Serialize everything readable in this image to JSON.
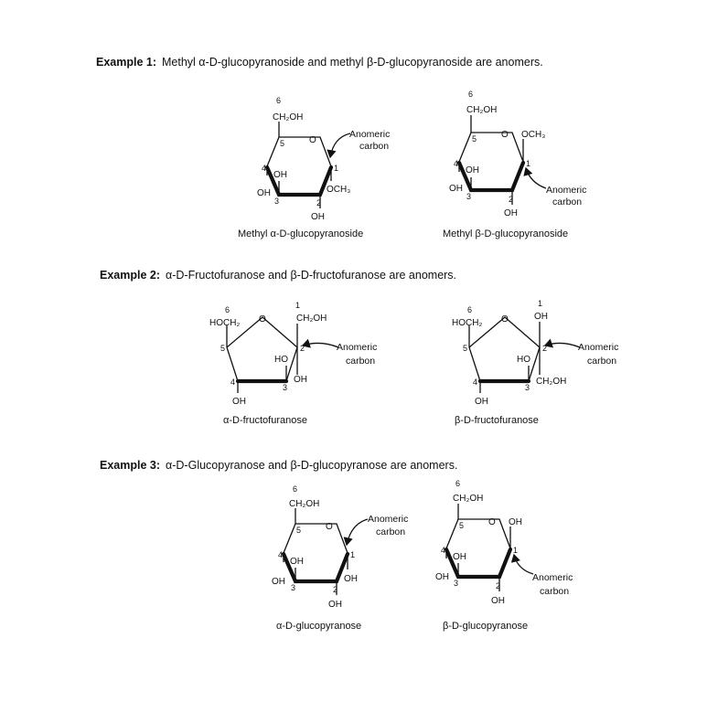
{
  "examples": [
    {
      "label": "Example 1:",
      "text": "Methyl α-D-glucopyranoside and methyl β-D-glucopyranoside are anomers."
    },
    {
      "label": "Example 2:",
      "text": "α-D-Fructofuranose and β-D-fructofuranose are anomers."
    },
    {
      "label": "Example 3:",
      "text": "α-D-Glucopyranose and β-D-glucopyranose are anomers."
    }
  ],
  "annotation": {
    "line1": "Anomeric",
    "line2": "carbon"
  },
  "substituents": {
    "ch2oh": "CH₂OH",
    "oh": "OH",
    "och3": "OCH₃",
    "ring_o": "O",
    "hoch2": "HOCH₂",
    "ho": "HO"
  },
  "carbon_numbers": {
    "c1": "1",
    "c2": "2",
    "c3": "3",
    "c4": "4",
    "c5": "5",
    "c6": "6"
  },
  "captions": {
    "methyl_alpha": "Methyl α-D-glucopyranoside",
    "methyl_beta": "Methyl β-D-glucopyranoside",
    "alpha_fructo": "α-D-fructofuranose",
    "beta_fructo": "β-D-fructofuranose",
    "alpha_gluco": "α-D-glucopyranose",
    "beta_gluco": "β-D-glucopyranose"
  }
}
